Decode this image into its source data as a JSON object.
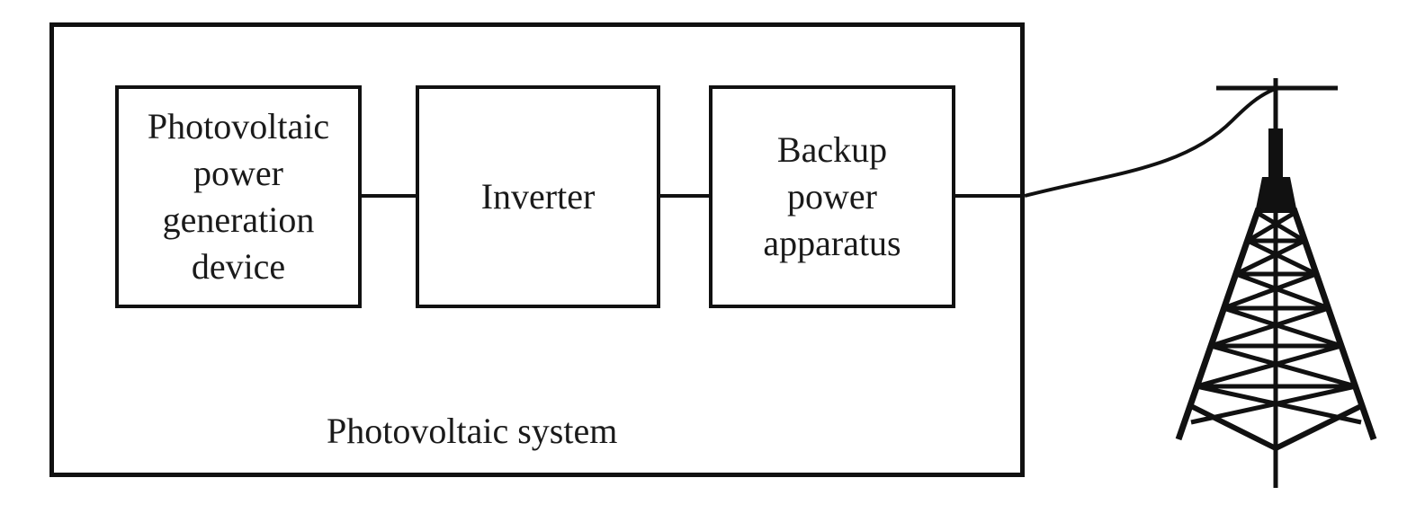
{
  "diagram": {
    "system_label": "Photovoltaic system",
    "boxes": [
      {
        "id": "photovoltaic-power-generation-device",
        "lines": [
          "Photovoltaic",
          "power",
          "generation",
          "device"
        ]
      },
      {
        "id": "inverter",
        "lines": [
          "Inverter"
        ]
      },
      {
        "id": "backup-power-apparatus",
        "lines": [
          "Backup",
          "power",
          "apparatus"
        ]
      }
    ],
    "icons": {
      "tower": "transmission-tower"
    },
    "colors": {
      "ink": "#111111",
      "background": "#ffffff"
    }
  }
}
